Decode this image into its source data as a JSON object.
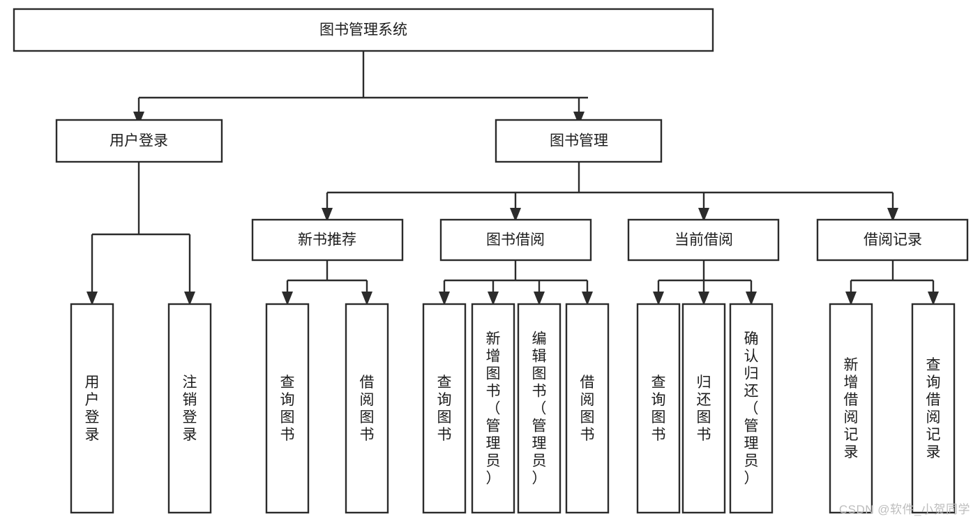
{
  "diagram": {
    "type": "tree",
    "title": "图书管理系统",
    "orientation": "top-down",
    "edge_style": "orthogonal-arrow",
    "colors": {
      "box_fill": "#ffffff",
      "box_stroke": "#2b2b2b",
      "text": "#1c1c1c",
      "connector": "#2b2b2b",
      "watermark": "#bdbdbd",
      "background": "#ffffff"
    },
    "root": {
      "id": "root",
      "label": "图书管理系统",
      "orientation": "horizontal"
    },
    "level2": [
      {
        "id": "user-login",
        "label": "用户登录",
        "orientation": "horizontal"
      },
      {
        "id": "book-manage",
        "label": "图书管理",
        "orientation": "horizontal"
      }
    ],
    "level3": [
      {
        "id": "new-book-recommend",
        "label": "新书推荐",
        "parent": "book-manage",
        "orientation": "horizontal"
      },
      {
        "id": "book-borrow",
        "label": "图书借阅",
        "parent": "book-manage",
        "orientation": "horizontal"
      },
      {
        "id": "current-borrow",
        "label": "当前借阅",
        "parent": "book-manage",
        "orientation": "horizontal"
      },
      {
        "id": "borrow-record",
        "label": "借阅记录",
        "parent": "book-manage",
        "orientation": "horizontal"
      }
    ],
    "leaves": [
      {
        "id": "leaf-user-login",
        "label": "用户登录",
        "parent": "user-login",
        "orientation": "vertical"
      },
      {
        "id": "leaf-logout-login",
        "label": "注销登录",
        "parent": "user-login",
        "orientation": "vertical"
      },
      {
        "id": "leaf-query-book-1",
        "label": "查询图书",
        "parent": "new-book-recommend",
        "orientation": "vertical"
      },
      {
        "id": "leaf-borrow-book-1",
        "label": "借阅图书",
        "parent": "new-book-recommend",
        "orientation": "vertical"
      },
      {
        "id": "leaf-query-book-2",
        "label": "查询图书",
        "parent": "book-borrow",
        "orientation": "vertical"
      },
      {
        "id": "leaf-add-book",
        "label": "新增图书（管理员）",
        "parent": "book-borrow",
        "orientation": "vertical"
      },
      {
        "id": "leaf-edit-book",
        "label": "编辑图书（管理员）",
        "parent": "book-borrow",
        "orientation": "vertical"
      },
      {
        "id": "leaf-borrow-book-2",
        "label": "借阅图书",
        "parent": "book-borrow",
        "orientation": "vertical"
      },
      {
        "id": "leaf-query-book-3",
        "label": "查询图书",
        "parent": "current-borrow",
        "orientation": "vertical"
      },
      {
        "id": "leaf-return-book",
        "label": "归还图书",
        "parent": "current-borrow",
        "orientation": "vertical"
      },
      {
        "id": "leaf-confirm-return",
        "label": "确认归还（管理员）",
        "parent": "current-borrow",
        "orientation": "vertical"
      },
      {
        "id": "leaf-add-record",
        "label": "新增借阅记录",
        "parent": "borrow-record",
        "orientation": "vertical"
      },
      {
        "id": "leaf-query-record",
        "label": "查询借阅记录",
        "parent": "borrow-record",
        "orientation": "vertical"
      }
    ]
  },
  "watermark": {
    "text": "CSDN @软件_小贺同学"
  }
}
